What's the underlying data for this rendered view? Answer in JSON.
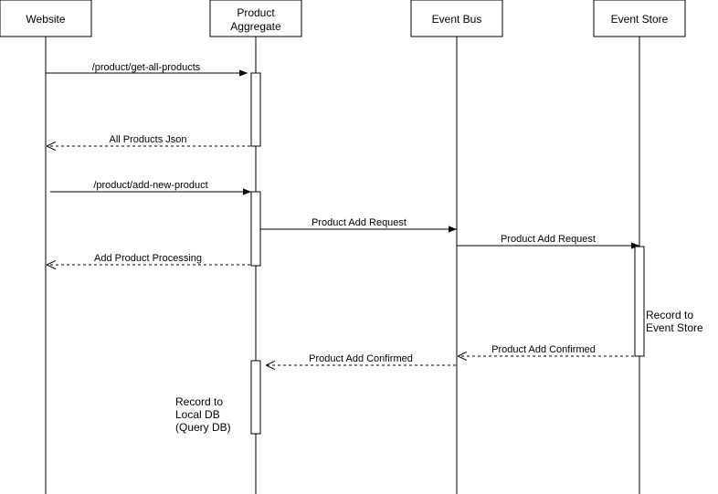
{
  "colors": {
    "line": "#000000",
    "background": "#ffffff"
  },
  "participants": [
    {
      "id": "website",
      "lines": [
        "Website"
      ]
    },
    {
      "id": "product-aggregate",
      "lines": [
        "Product",
        "Aggregate"
      ]
    },
    {
      "id": "event-bus",
      "lines": [
        "Event Bus"
      ]
    },
    {
      "id": "event-store",
      "lines": [
        "Event Store"
      ]
    }
  ],
  "messages": [
    {
      "label": "/product/get-all-products",
      "from": "website",
      "to": "product-aggregate",
      "style": "solid"
    },
    {
      "label": "All Products Json",
      "from": "product-aggregate",
      "to": "website",
      "style": "dashed"
    },
    {
      "label": "/product/add-new-product",
      "from": "website",
      "to": "product-aggregate",
      "style": "solid"
    },
    {
      "label": "Product Add Request",
      "from": "product-aggregate",
      "to": "event-bus",
      "style": "solid"
    },
    {
      "label": "Product Add Request",
      "from": "event-bus",
      "to": "event-store",
      "style": "solid"
    },
    {
      "label": "Add Product Processing",
      "from": "product-aggregate",
      "to": "website",
      "style": "dashed"
    },
    {
      "label": "Product Add Confirmed",
      "from": "event-store",
      "to": "event-bus",
      "style": "dashed"
    },
    {
      "label": "Product Add Confirmed",
      "from": "event-bus",
      "to": "product-aggregate",
      "style": "dashed"
    }
  ],
  "notes": [
    {
      "near": "event-store",
      "lines": [
        "Record to",
        "Event Store"
      ]
    },
    {
      "near": "product-aggregate",
      "lines": [
        "Record to",
        "Local DB",
        "(Query DB)"
      ]
    }
  ]
}
